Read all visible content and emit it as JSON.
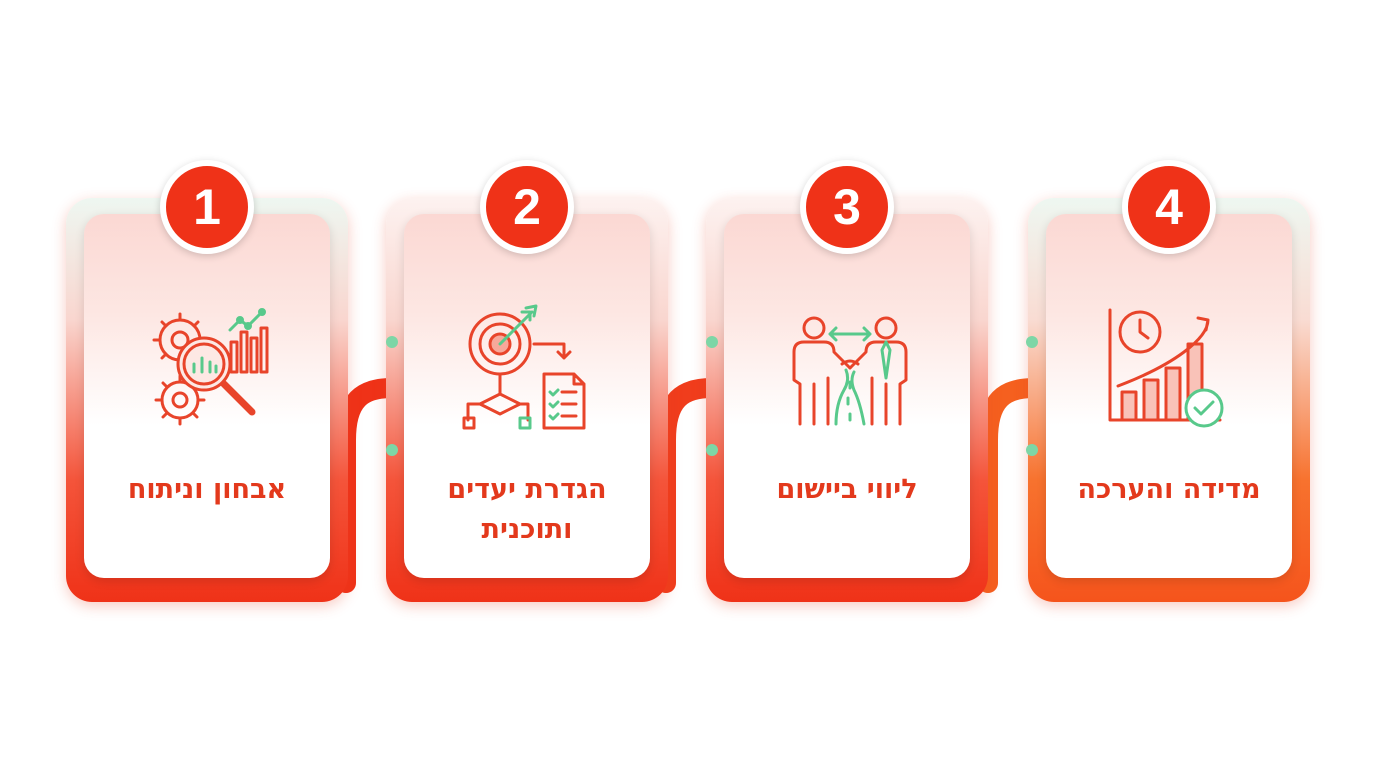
{
  "colors": {
    "accent": "#ef3218",
    "accent_dark": "#e3391c",
    "accent_orange": "#f7661e",
    "accent_green": "#58c98b",
    "card_tint": "#fbd8d3"
  },
  "steps": [
    {
      "number": "1",
      "title": "אבחון וניתוח",
      "icon": "gears-magnifier-chart-icon"
    },
    {
      "number": "2",
      "title": "הגדרת יעדים ותוכנית",
      "icon": "target-flowchart-checklist-icon"
    },
    {
      "number": "3",
      "title": "ליווי ביישום",
      "icon": "handshake-road-icon"
    },
    {
      "number": "4",
      "title": "מדידה והערכה",
      "icon": "clock-growth-chart-check-icon"
    }
  ]
}
